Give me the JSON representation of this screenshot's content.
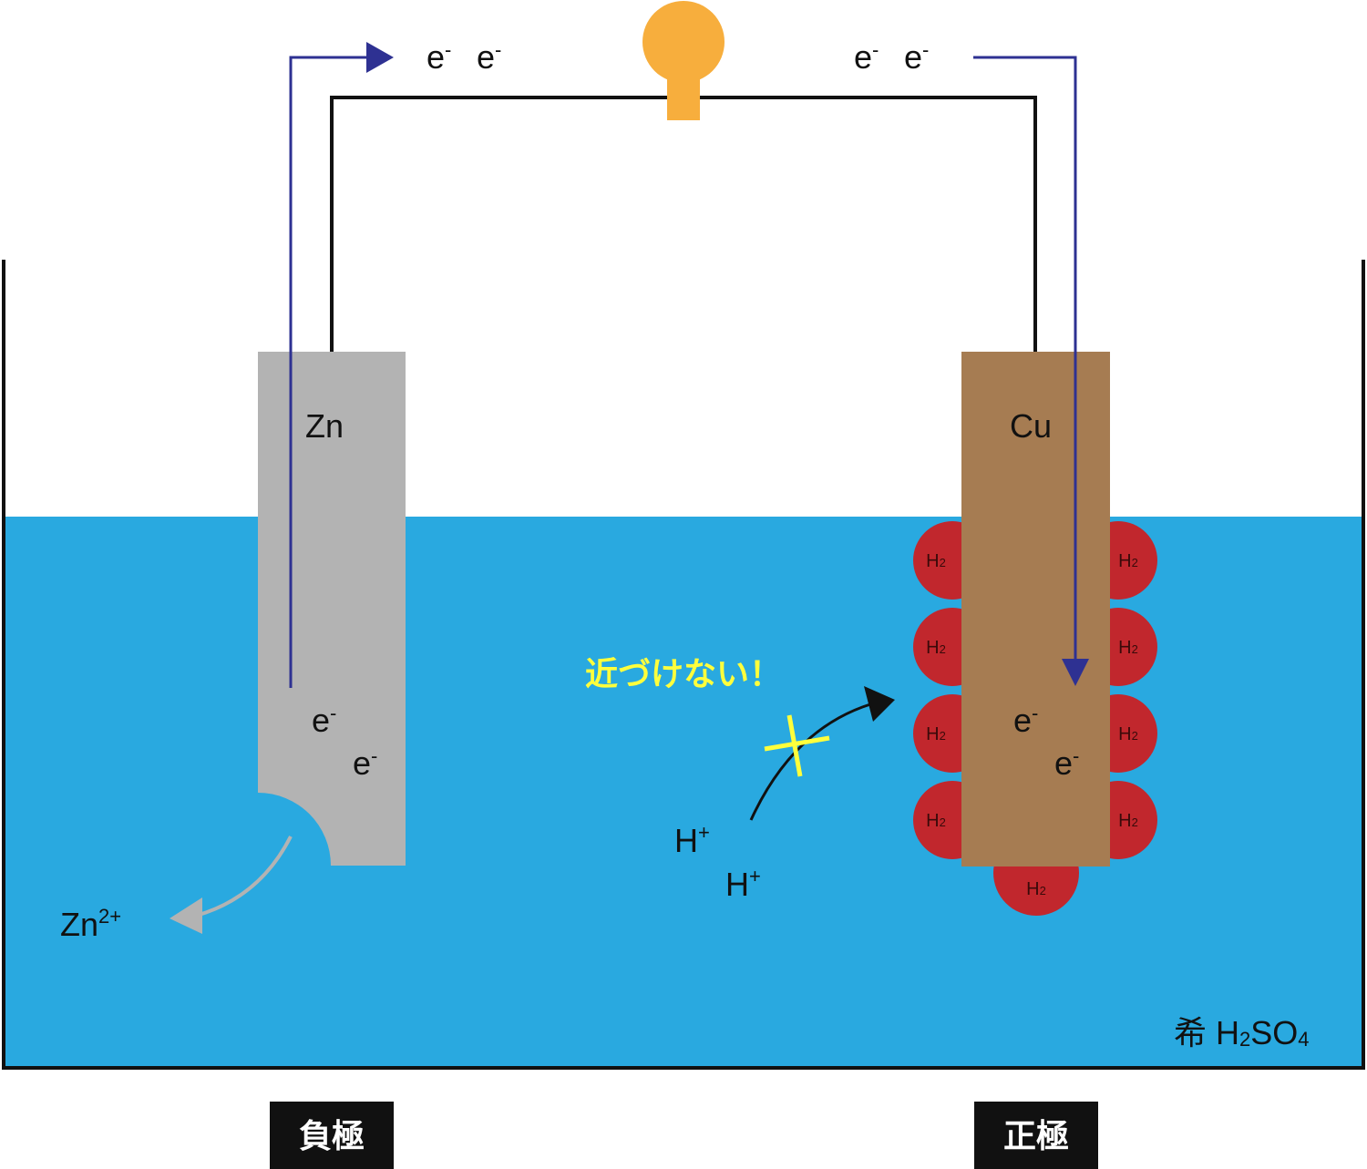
{
  "colors": {
    "solution": "#29a9e0",
    "zinc": "#b3b3b3",
    "copper": "#a67c52",
    "bubble": "#c1272d",
    "bulb": "#f7ae3d",
    "electron_arrow": "#2e3192",
    "warning_text": "#ffff3c",
    "cross": "#ffff3c"
  },
  "electrodes": {
    "zinc": {
      "label": "Zn",
      "electrons": [
        "e",
        "e"
      ],
      "electron_sup": "-"
    },
    "copper": {
      "label": "Cu",
      "electrons": [
        "e",
        "e"
      ],
      "electron_sup": "-"
    }
  },
  "wire_electrons": {
    "left": {
      "base": "e",
      "sup": "-"
    },
    "right": {
      "base": "e",
      "sup": "-"
    }
  },
  "zinc_ion": {
    "base": "Zn",
    "sup": "2+"
  },
  "hydrogen_ions": {
    "base": "H",
    "sup": "+"
  },
  "bubble_label": {
    "base": "H",
    "sub": "2"
  },
  "warning": "近づけない！",
  "solution_label": {
    "prefix": "希 ",
    "h": "H",
    "h_sub": "2",
    "so": "SO",
    "o_sub": "4"
  },
  "electrode_tags": {
    "negative": "負極",
    "positive": "正極"
  },
  "icons": {
    "bulb": "light-bulb-icon"
  }
}
